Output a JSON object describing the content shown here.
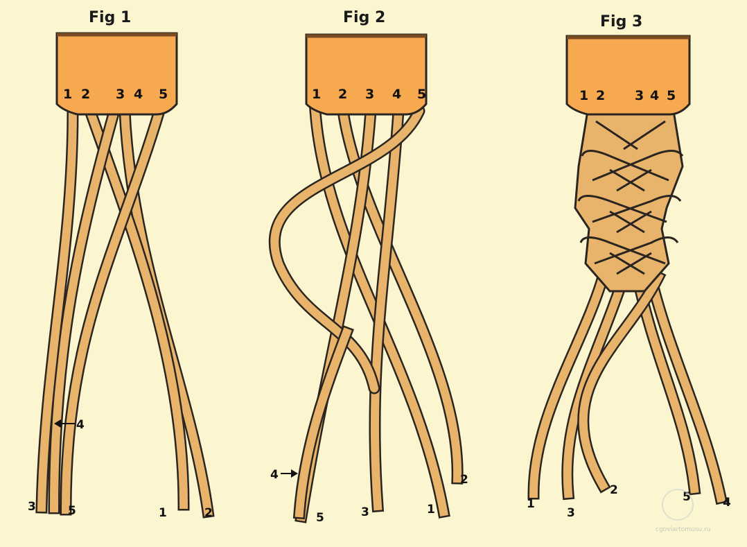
{
  "figures": [
    {
      "title": "Fig 1",
      "strand_numbers": [
        "1",
        "2",
        "3",
        "4",
        "5"
      ],
      "end_labels": [
        "3",
        "5",
        "1",
        "2"
      ],
      "arrow_label": "4"
    },
    {
      "title": "Fig 2",
      "strand_numbers": [
        "1",
        "2",
        "3",
        "4",
        "5"
      ],
      "end_labels": [
        "5",
        "3",
        "1",
        "2"
      ],
      "arrow_label": "4"
    },
    {
      "title": "Fig 3",
      "strand_numbers": [
        "1",
        "2",
        "3",
        "4",
        "5"
      ],
      "end_labels": [
        "1",
        "3",
        "2",
        "5",
        "4"
      ]
    }
  ],
  "colors": {
    "background": "#fbf6cf",
    "header": "#f6a94f",
    "strand": "#e8b36a",
    "outline": "#2a2520"
  },
  "watermark": "cgoviartomusu.ru"
}
